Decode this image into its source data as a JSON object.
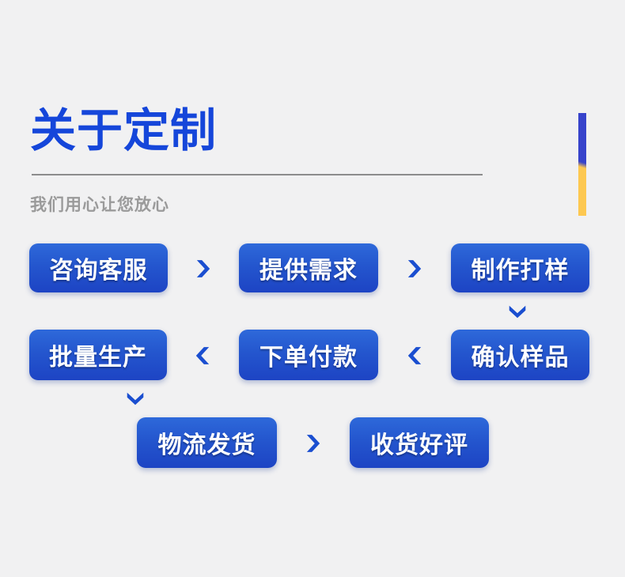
{
  "header": {
    "title": "关于定制",
    "subtitle": "我们用心让您放心"
  },
  "flow": {
    "steps": [
      {
        "label": "咨询客服"
      },
      {
        "label": "提供需求"
      },
      {
        "label": "制作打样"
      },
      {
        "label": "批量生产"
      },
      {
        "label": "下单付款"
      },
      {
        "label": "确认样品"
      },
      {
        "label": "物流发货"
      },
      {
        "label": "收货好评"
      }
    ],
    "sequence": [
      "咨询客服",
      "提供需求",
      "制作打样",
      "确认样品",
      "下单付款",
      "批量生产",
      "物流发货",
      "收货好评"
    ],
    "arrows": [
      {
        "direction": "right",
        "from": "咨询客服",
        "to": "提供需求"
      },
      {
        "direction": "right",
        "from": "提供需求",
        "to": "制作打样"
      },
      {
        "direction": "down",
        "from": "制作打样",
        "to": "确认样品"
      },
      {
        "direction": "left",
        "from": "确认样品",
        "to": "下单付款"
      },
      {
        "direction": "left",
        "from": "下单付款",
        "to": "批量生产"
      },
      {
        "direction": "down",
        "from": "批量生产",
        "to": "物流发货"
      },
      {
        "direction": "right",
        "from": "物流发货",
        "to": "收货好评"
      }
    ]
  },
  "colors": {
    "bg": "#f1f1f2",
    "title": "#1546da",
    "subtitle": "#9a9a9a",
    "divider": "#8c8c8c",
    "btn-top": "#2e69da",
    "btn-bottom": "#1d44c4",
    "btn-text": "#ffffff",
    "arrow": "#1a4ed0",
    "accent-blue": "#3743cb",
    "accent-yellow": "#fdc851"
  }
}
